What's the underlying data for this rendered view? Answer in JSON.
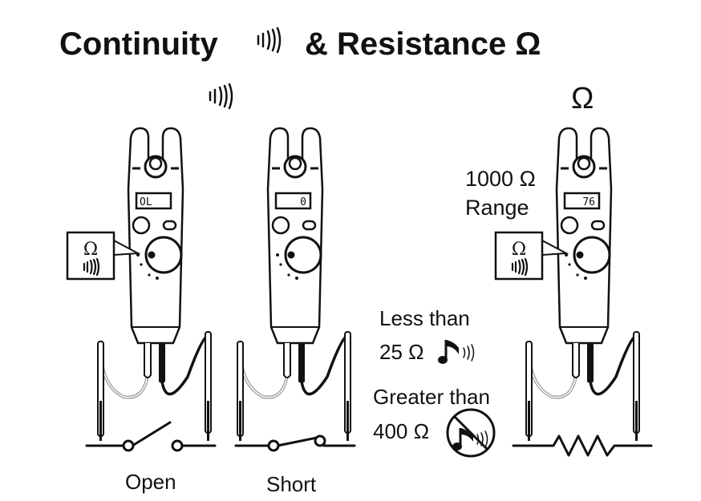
{
  "title": {
    "part1": "Continuity",
    "part2": "& Resistance Ω"
  },
  "continuity_header_icon": "sound-waves-icon",
  "resistance_header": "Ω",
  "testers": [
    {
      "display": "OL",
      "dial_box_symbol": "Ω",
      "caption": "Open",
      "circuit": "open-switch"
    },
    {
      "display": "0",
      "caption": "Short",
      "circuit": "closed-switch"
    },
    {
      "display": "76",
      "dial_box_symbol": "Ω",
      "circuit": "resistor"
    }
  ],
  "range_label": {
    "line1": "1000 Ω",
    "line2": "Range"
  },
  "less_than": {
    "line1": "Less than",
    "line2": "25 Ω",
    "icon": "beep-note-icon"
  },
  "greater_than": {
    "line1": "Greater than",
    "line2": "400 Ω",
    "icon": "no-beep-icon"
  }
}
